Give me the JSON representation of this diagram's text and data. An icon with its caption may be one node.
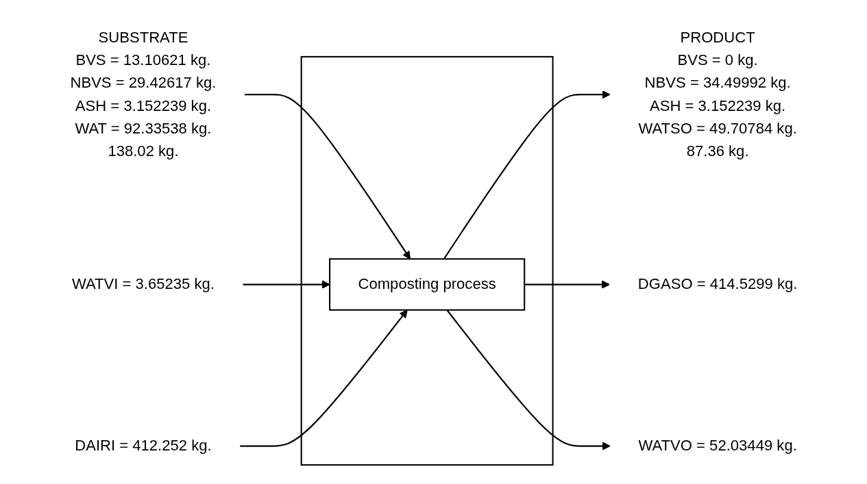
{
  "diagram": {
    "nodes": [
      {
        "text": [],
        "shape": "box"
      },
      {
        "text": [
          "Composting process"
        ],
        "in": 0
      },
      {
        "text": [
          "SUBSTRATE",
          "BVS = 13.10621 kg.",
          "NBVS = 29.42617 kg.",
          "ASH = 3.152239 kg.",
          "WAT = 92.33538 kg.",
          "138.02 kg."
        ]
      },
      {
        "text": [
          "PRODUCT",
          "BVS = 0 kg.",
          "NBVS = 34.49992 kg.",
          "ASH = 3.152239 kg.",
          "WATSO = 49.70784 kg.",
          "87.36 kg."
        ]
      },
      {
        "text": [
          "DGASO = 414.5299 kg."
        ]
      },
      {
        "text": [
          "WATVO = 52.03449 kg."
        ]
      },
      {
        "text": [
          "WATVI = 3.65235 kg."
        ]
      },
      {
        "text": [
          "DAIRI = 412.252 kg."
        ]
      }
    ],
    "edges": [
      {
        "from": 2,
        "to": 1,
        "arrow": "to"
      },
      {
        "from": 1,
        "to": 3,
        "arrow": "to"
      },
      {
        "from": 1,
        "to": 4,
        "arrow": "to"
      },
      {
        "from": 1,
        "to": 5,
        "arrow": "to"
      },
      {
        "from": 6,
        "to": 1,
        "arrow": "to"
      },
      {
        "from": 7,
        "to": 1,
        "arrow": "to"
      }
    ]
  }
}
